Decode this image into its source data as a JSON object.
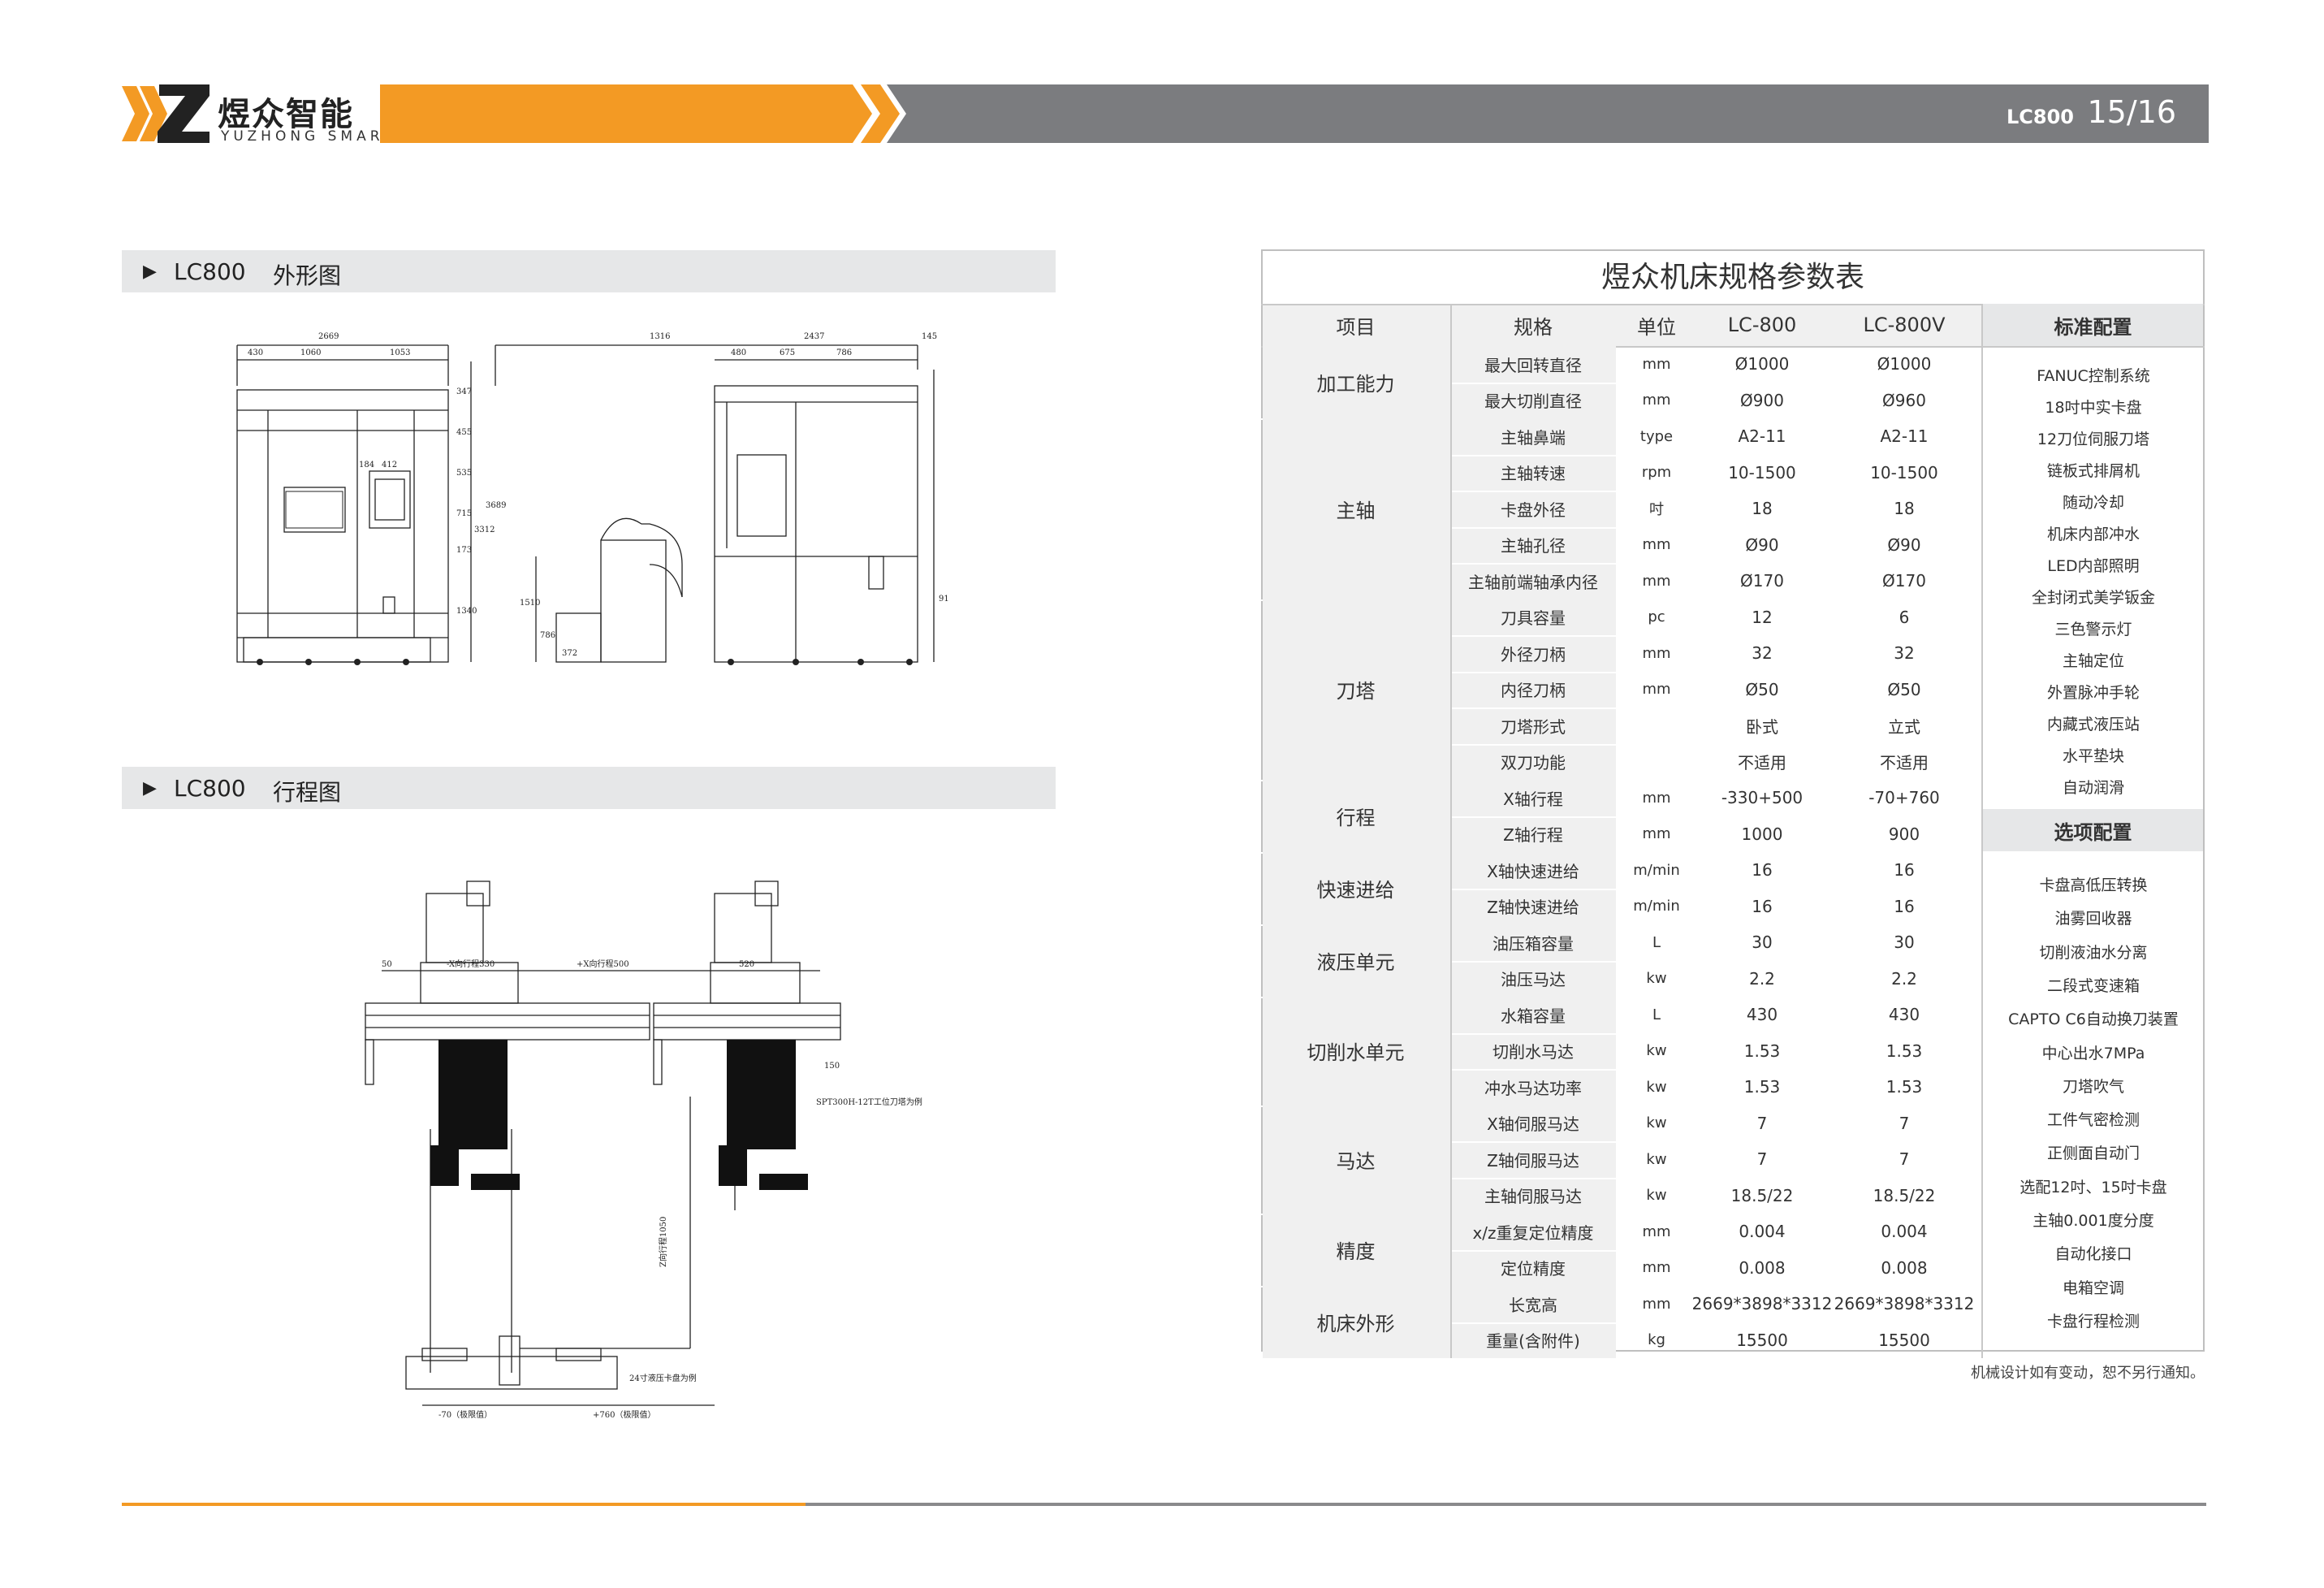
{
  "brand": {
    "name_cn": "煜众智能",
    "name_en": "YUZHONG SMART"
  },
  "header": {
    "model": "LC800",
    "page": "15/16"
  },
  "sections": {
    "exterior": {
      "model": "LC800",
      "title": "外形图"
    },
    "travel": {
      "model": "LC800",
      "title": "行程图"
    }
  },
  "drawing_exterior": {
    "front_dims": [
      "2669",
      "430",
      "1060",
      "1053",
      "184",
      "412",
      "347",
      "455",
      "535",
      "715",
      "173",
      "1340",
      "3312",
      "3689"
    ],
    "side_dims": [
      "1316",
      "2437",
      "480",
      "675",
      "786",
      "145",
      "1510",
      "786",
      "372",
      "91"
    ]
  },
  "drawing_travel": {
    "labels": [
      "-X向行程330",
      "+X向行程500",
      "520",
      "150",
      "50",
      "SPT300H-12T工位刀塔为例",
      "Z向行程1050",
      "24寸液压卡盘为例",
      "-70（极限值）",
      "+760（极限值）"
    ]
  },
  "table": {
    "title": "煜众机床规格参数表",
    "headers": [
      "项目",
      "规格",
      "单位",
      "LC-800",
      "LC-800V"
    ],
    "groups": [
      {
        "name": "加工能力",
        "rows": [
          [
            "最大回转直径",
            "mm",
            "Ø1000",
            "Ø1000"
          ],
          [
            "最大切削直径",
            "mm",
            "Ø900",
            "Ø960"
          ]
        ]
      },
      {
        "name": "主轴",
        "rows": [
          [
            "主轴鼻端",
            "type",
            "A2-11",
            "A2-11"
          ],
          [
            "主轴转速",
            "rpm",
            "10-1500",
            "10-1500"
          ],
          [
            "卡盘外径",
            "吋",
            "18",
            "18"
          ],
          [
            "主轴孔径",
            "mm",
            "Ø90",
            "Ø90"
          ],
          [
            "主轴前端轴承内径",
            "mm",
            "Ø170",
            "Ø170"
          ]
        ]
      },
      {
        "name": "刀塔",
        "rows": [
          [
            "刀具容量",
            "pc",
            "12",
            "6"
          ],
          [
            "外径刀柄",
            "mm",
            "32",
            "32"
          ],
          [
            "内径刀柄",
            "mm",
            "Ø50",
            "Ø50"
          ],
          [
            "刀塔形式",
            "",
            "卧式",
            "立式"
          ],
          [
            "双刀功能",
            "",
            "不适用",
            "不适用"
          ]
        ]
      },
      {
        "name": "行程",
        "rows": [
          [
            "X轴行程",
            "mm",
            "-330+500",
            "-70+760"
          ],
          [
            "Z轴行程",
            "mm",
            "1000",
            "900"
          ]
        ]
      },
      {
        "name": "快速进给",
        "rows": [
          [
            "X轴快速进给",
            "m/min",
            "16",
            "16"
          ],
          [
            "Z轴快速进给",
            "m/min",
            "16",
            "16"
          ]
        ]
      },
      {
        "name": "液压单元",
        "rows": [
          [
            "油压箱容量",
            "L",
            "30",
            "30"
          ],
          [
            "油压马达",
            "kw",
            "2.2",
            "2.2"
          ]
        ]
      },
      {
        "name": "切削水单元",
        "rows": [
          [
            "水箱容量",
            "L",
            "430",
            "430"
          ],
          [
            "切削水马达",
            "kw",
            "1.53",
            "1.53"
          ],
          [
            "冲水马达功率",
            "kw",
            "1.53",
            "1.53"
          ]
        ]
      },
      {
        "name": "马达",
        "rows": [
          [
            "X轴伺服马达",
            "kw",
            "7",
            "7"
          ],
          [
            "Z轴伺服马达",
            "kw",
            "7",
            "7"
          ],
          [
            "主轴伺服马达",
            "kw",
            "18.5/22",
            "18.5/22"
          ]
        ]
      },
      {
        "name": "精度",
        "rows": [
          [
            "x/z重复定位精度",
            "mm",
            "0.004",
            "0.004"
          ],
          [
            "定位精度",
            "mm",
            "0.008",
            "0.008"
          ]
        ]
      },
      {
        "name": "机床外形",
        "rows": [
          [
            "长宽高",
            "mm",
            "2669*3898*3312",
            "2669*3898*3312"
          ],
          [
            "重量(含附件)",
            "kg",
            "15500",
            "15500"
          ]
        ]
      }
    ],
    "standard": {
      "title": "标准配置",
      "items": [
        "FANUC控制系统",
        "18吋中实卡盘",
        "12刀位伺服刀塔",
        "链板式排屑机",
        "随动冷却",
        "机床内部冲水",
        "LED内部照明",
        "全封闭式美学钣金",
        "三色警示灯",
        "主轴定位",
        "外置脉冲手轮",
        "内藏式液压站",
        "水平垫块",
        "自动润滑"
      ]
    },
    "optional": {
      "title": "选项配置",
      "items": [
        "卡盘高低压转换",
        "油雾回收器",
        "切削液油水分离",
        "二段式变速箱",
        "CAPTO C6自动换刀装置",
        "中心出水7MPa",
        "刀塔吹气",
        "工件气密检测",
        "正侧面自动门",
        "选配12吋、15吋卡盘",
        "主轴0.001度分度",
        "自动化接口",
        "电箱空调",
        "卡盘行程检测"
      ]
    }
  },
  "note": "机械设计如有变动，恕不另行通知。",
  "colors": {
    "orange": "#f39a24",
    "grey": "#7b7c7f",
    "light_grey": "#e6e7e8",
    "black": "#222222"
  }
}
